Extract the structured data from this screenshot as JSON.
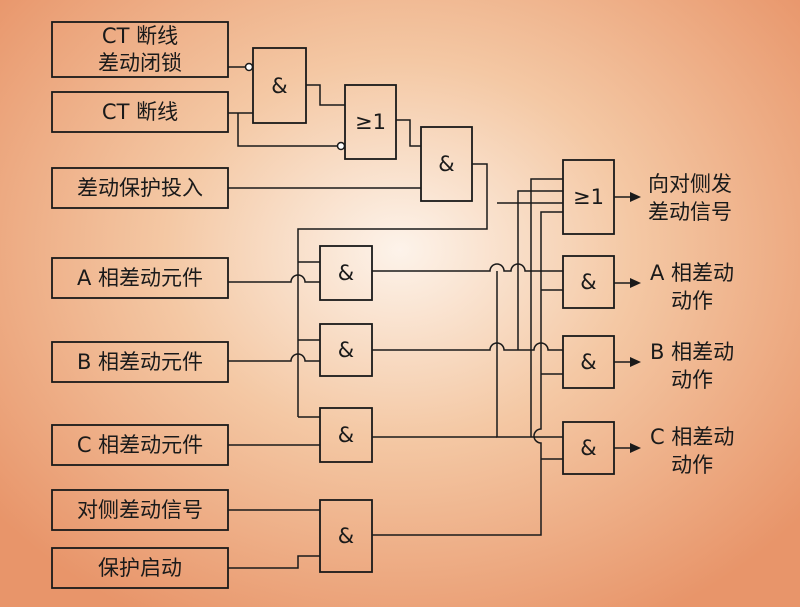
{
  "inputs": {
    "ct_break_diff_block": [
      "CT 断线",
      "差动闭锁"
    ],
    "ct_break": "CT 断线",
    "diff_protection_on": "差动保护投入",
    "phase_a_element": "A 相差动元件",
    "phase_b_element": "B 相差动元件",
    "phase_c_element": "C 相差动元件",
    "remote_diff_signal": "对侧差动信号",
    "protection_start": "保护启动"
  },
  "gates": {
    "and_symbol": "&",
    "or_symbol": "≥1"
  },
  "outputs": {
    "send_remote": [
      "向对侧发",
      "差动信号"
    ],
    "phase_a_trip": [
      "A 相差动",
      "动作"
    ],
    "phase_b_trip": [
      "B 相差动",
      "动作"
    ],
    "phase_c_trip": [
      "C 相差动",
      "动作"
    ]
  },
  "colors": {
    "background_center": "#fdf3ea",
    "background_edge": "#e8956a",
    "line": "#1a1a1a"
  }
}
